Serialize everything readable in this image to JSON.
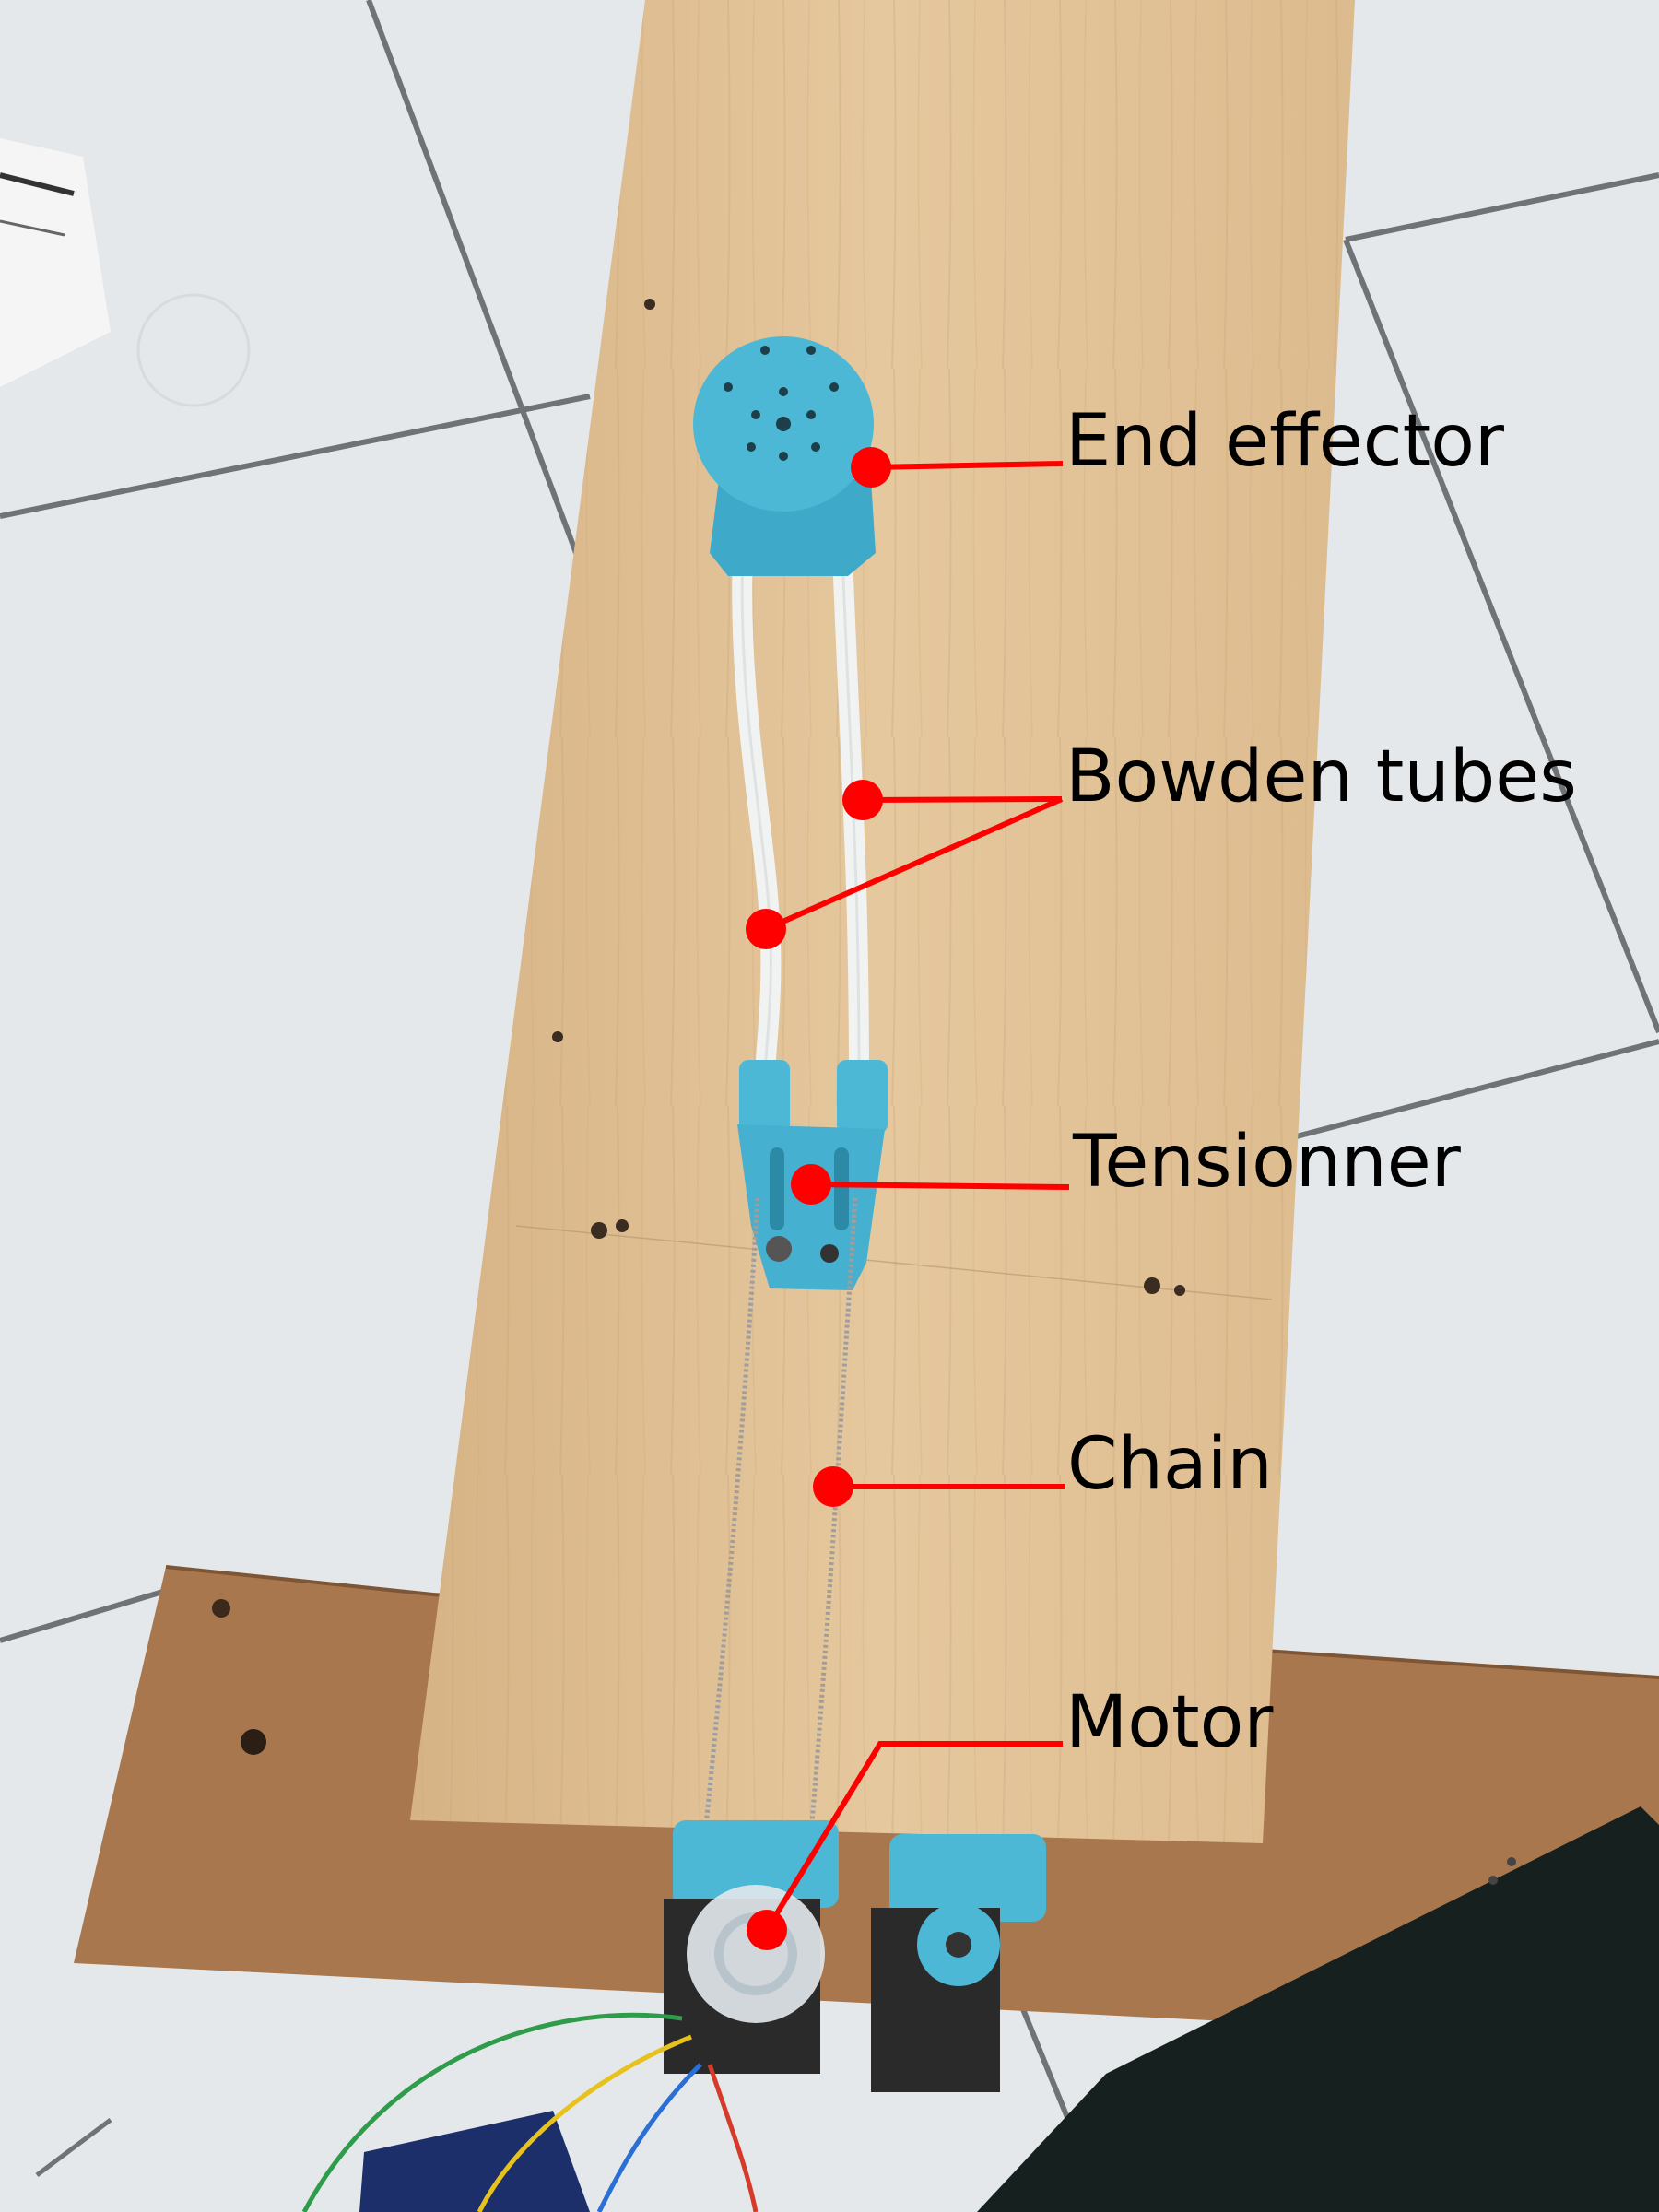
{
  "labels": {
    "end_effector": "End effector",
    "bowden_tubes": "Bowden tubes",
    "tensionner": "Tensionner",
    "chain": "Chain",
    "motor": "Motor"
  },
  "colors": {
    "callout": "#ff0000",
    "floor_tile": "#e6e9ea",
    "grout": "#6f7376",
    "board_wood": "#dfbf93",
    "plywood": "#a8774e",
    "printed_part": "#4db8d6",
    "tube": "#f1f3f2",
    "chain": "#9e9e9e",
    "electronics_board": "#1c2f6a"
  }
}
